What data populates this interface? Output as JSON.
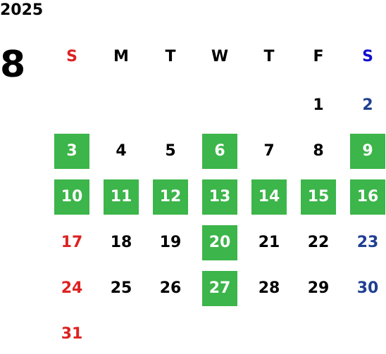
{
  "calendar": {
    "year": "2025",
    "month": "8",
    "colors": {
      "text": "#000000",
      "sunday": "#dd2222",
      "saturday": "#1f3f91",
      "saturday_header": "#1111cc",
      "highlight_bg": "#3cb54a",
      "highlight_text": "#ffffff"
    },
    "weekdays": [
      "S",
      "M",
      "T",
      "W",
      "T",
      "F",
      "S"
    ],
    "first_weekday_index": 5,
    "days": [
      {
        "label": "1",
        "highlighted": false
      },
      {
        "label": "2",
        "highlighted": false
      },
      {
        "label": "3",
        "highlighted": true
      },
      {
        "label": "4",
        "highlighted": false
      },
      {
        "label": "5",
        "highlighted": false
      },
      {
        "label": "6",
        "highlighted": true
      },
      {
        "label": "7",
        "highlighted": false
      },
      {
        "label": "8",
        "highlighted": false
      },
      {
        "label": "9",
        "highlighted": true
      },
      {
        "label": "10",
        "highlighted": true
      },
      {
        "label": "11",
        "highlighted": true
      },
      {
        "label": "12",
        "highlighted": true
      },
      {
        "label": "13",
        "highlighted": true
      },
      {
        "label": "14",
        "highlighted": true
      },
      {
        "label": "15",
        "highlighted": true
      },
      {
        "label": "16",
        "highlighted": true
      },
      {
        "label": "17",
        "highlighted": false
      },
      {
        "label": "18",
        "highlighted": false
      },
      {
        "label": "19",
        "highlighted": false
      },
      {
        "label": "20",
        "highlighted": true
      },
      {
        "label": "21",
        "highlighted": false
      },
      {
        "label": "22",
        "highlighted": false
      },
      {
        "label": "23",
        "highlighted": false
      },
      {
        "label": "24",
        "highlighted": false
      },
      {
        "label": "25",
        "highlighted": false
      },
      {
        "label": "26",
        "highlighted": false
      },
      {
        "label": "27",
        "highlighted": true
      },
      {
        "label": "28",
        "highlighted": false
      },
      {
        "label": "29",
        "highlighted": false
      },
      {
        "label": "30",
        "highlighted": false
      },
      {
        "label": "31",
        "highlighted": false
      }
    ]
  }
}
